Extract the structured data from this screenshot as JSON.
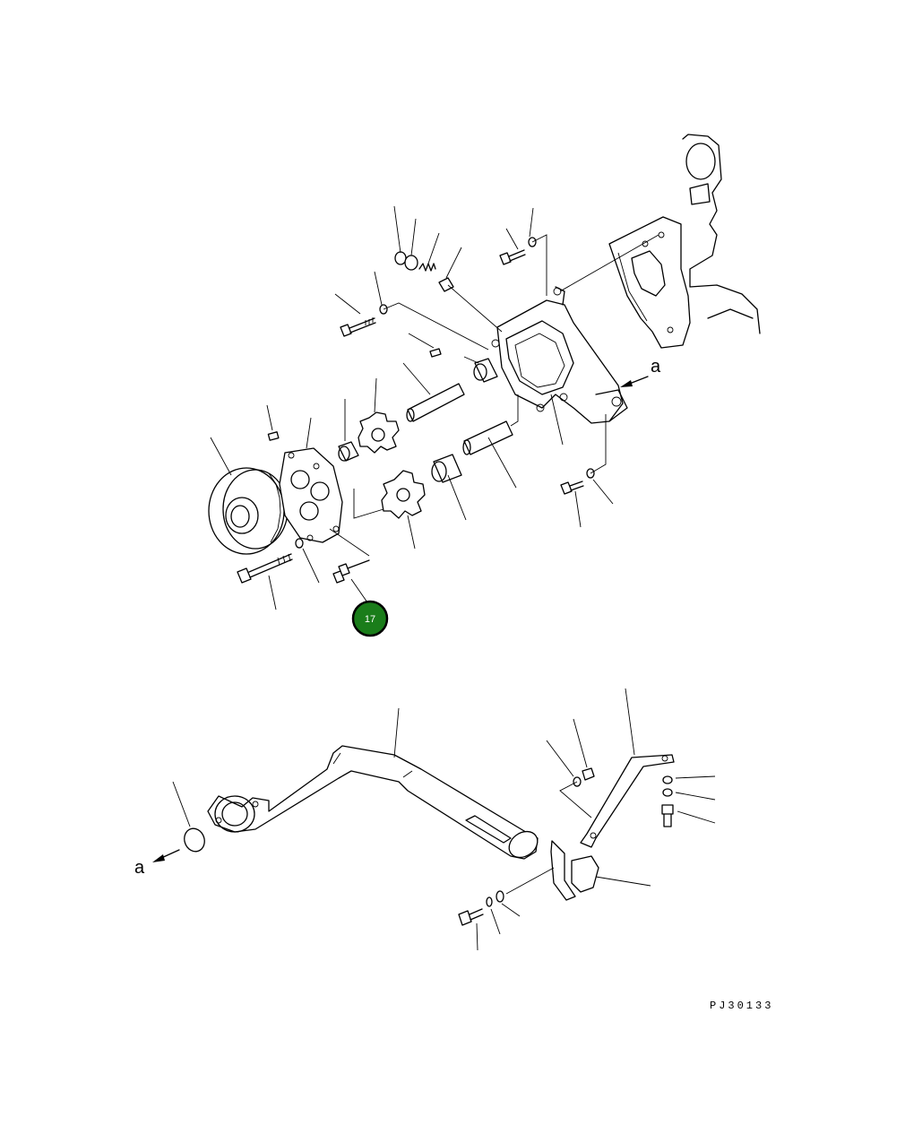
{
  "diagram": {
    "callouts": [
      {
        "number": "17",
        "fill": "#1a7d1a"
      }
    ],
    "view_labels": [
      "a",
      "a"
    ],
    "drawing_code": "PJ30133"
  }
}
